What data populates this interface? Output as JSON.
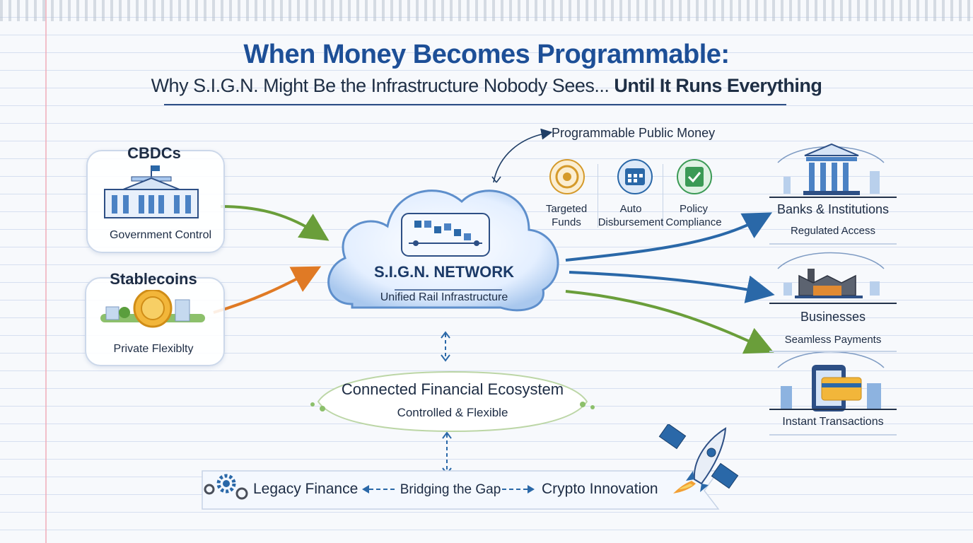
{
  "title": {
    "line1": "When Money Becomes Programmable:",
    "line2_part1": "Why S.I.G.N. Might Be the Infrastructure Nobody Sees...",
    "line2_part2": "Until It Runs Everything"
  },
  "left": {
    "cbdc": {
      "title": "CBDCs",
      "subtitle": "Government Control"
    },
    "stablecoins": {
      "title": "Stablecoins",
      "subtitle": "Private Flexiblty"
    }
  },
  "center": {
    "network_title": "S.I.G.N. NETWORK",
    "network_subtitle": "Unified Rail Infrastructure"
  },
  "programmable": {
    "heading": "Programmable Public Money",
    "items": [
      {
        "line1": "Targeted",
        "line2": "Funds",
        "icon": "target-icon"
      },
      {
        "line1": "Auto",
        "line2": "Disbursement",
        "icon": "calendar-icon"
      },
      {
        "line1": "Policy",
        "line2": "Compliance",
        "icon": "shield-check-icon"
      }
    ]
  },
  "right": {
    "banks": {
      "title": "Banks & Institutions",
      "subtitle": "Regulated Access"
    },
    "businesses": {
      "title": "Businesses",
      "subtitle": "Seamless Payments"
    },
    "instant": {
      "title": "Instant Transactions"
    }
  },
  "ecosystem": {
    "title": "Connected Financial Ecosystem",
    "subtitle": "Controlled & Flexible"
  },
  "bottom": {
    "legacy": "Legacy Finance",
    "bridge": "Bridging the Gap",
    "crypto": "Crypto Innovation"
  },
  "colors": {
    "title_blue": "#1d4f97",
    "arrow_green": "#6a9e3a",
    "arrow_orange": "#e07a25",
    "arrow_blue": "#2a68a8"
  }
}
